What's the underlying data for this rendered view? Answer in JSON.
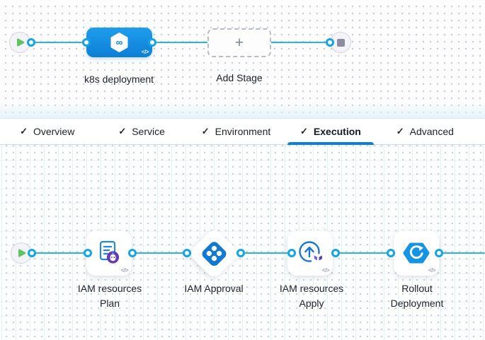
{
  "colors": {
    "connector_line": "#2db3e9",
    "connector_ring": "#16a5e4",
    "stage_blue_top": "#1f9ded",
    "stage_blue_bottom": "#0d7fd6",
    "tab_active_underline": "#0b7fd9",
    "play_green": "#5fc463",
    "stop_gray": "#8b8c9f",
    "approval_blue": "#1178d4",
    "document_blue": "#2186dd",
    "terraform_badge_purple": "#6739b7",
    "terraform_logo_indigo": "#7262e8",
    "terraform_logo_dark": "#4d3dc0",
    "rollout_blue": "#1494e2"
  },
  "stage_canvas": {
    "stage_label": "k8s deployment",
    "infinity_glyph": "∞",
    "add_stage_label": "Add Stage",
    "plus_glyph": "+",
    "code_glyph": "</>"
  },
  "tab_bar": {
    "check_glyph": "✓",
    "tabs": [
      {
        "label": "Overview"
      },
      {
        "label": "Service"
      },
      {
        "label": "Environment"
      },
      {
        "label": "Execution",
        "active": true
      },
      {
        "label": "Advanced"
      }
    ]
  },
  "execution_canvas": {
    "code_glyph": "</>",
    "steps": [
      {
        "line1": "IAM resources",
        "line2": "Plan"
      },
      {
        "line1": "IAM Approval",
        "line2": ""
      },
      {
        "line1": "IAM resources",
        "line2": "Apply"
      },
      {
        "line1": "Rollout",
        "line2": "Deployment"
      }
    ]
  }
}
